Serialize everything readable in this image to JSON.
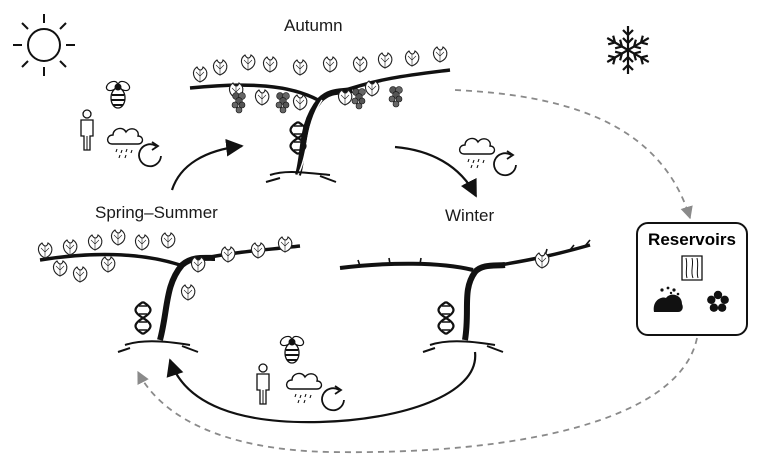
{
  "labels": {
    "autumn": "Autumn",
    "spring_summer": "Spring–Summer",
    "winter": "Winter"
  },
  "reservoirs": {
    "title": "Reservoirs",
    "icons": [
      "bark-icon",
      "soil-icon",
      "flower-icon"
    ]
  },
  "icons": [
    "sun-icon",
    "snowflake-icon",
    "bee-icon",
    "human-icon",
    "rain-cloud-icon",
    "cycle-arrow-icon",
    "dna-icon",
    "grapevine-icon"
  ],
  "colors": {
    "ink": "#1a1a1a",
    "dashed_arrow": "#8a8a8a"
  }
}
